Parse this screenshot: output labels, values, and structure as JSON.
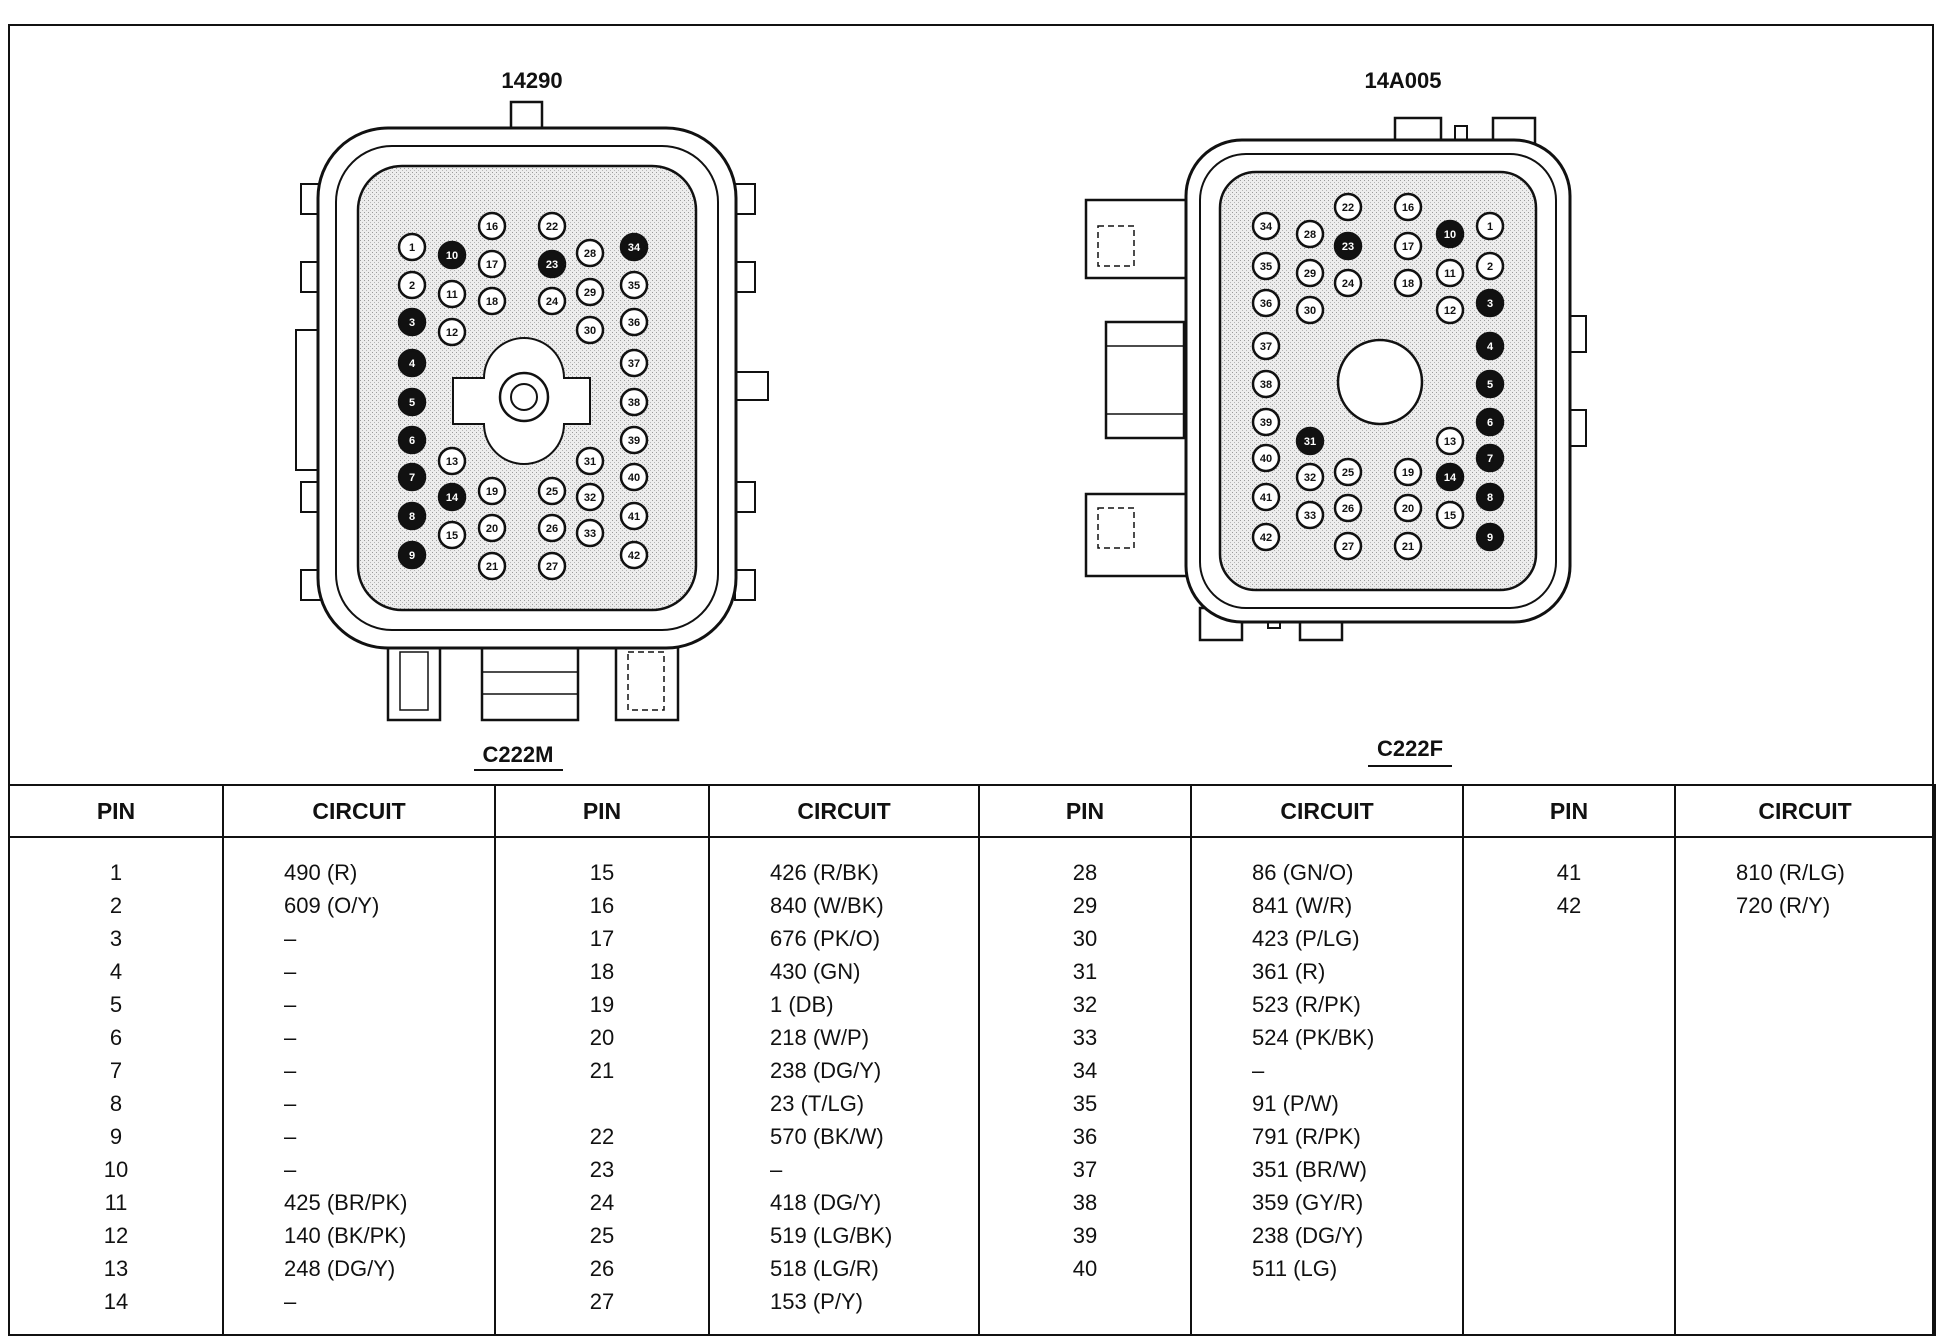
{
  "connectors": [
    {
      "id": "14290",
      "name": "C222M",
      "black_pins": [
        3,
        4,
        5,
        6,
        7,
        8,
        9,
        10,
        14,
        23,
        34
      ],
      "pins": [
        1,
        2,
        3,
        4,
        5,
        6,
        7,
        8,
        9,
        10,
        11,
        12,
        13,
        14,
        15,
        16,
        17,
        18,
        19,
        20,
        21,
        22,
        23,
        24,
        25,
        26,
        27,
        28,
        29,
        30,
        31,
        32,
        33,
        34,
        35,
        36,
        37,
        38,
        39,
        40,
        41,
        42
      ]
    },
    {
      "id": "14A005",
      "name": "C222F",
      "black_pins": [
        3,
        4,
        5,
        6,
        7,
        8,
        9,
        10,
        14,
        23,
        31
      ],
      "pins": [
        1,
        2,
        3,
        4,
        5,
        6,
        7,
        8,
        9,
        10,
        11,
        12,
        13,
        14,
        15,
        16,
        17,
        18,
        19,
        20,
        21,
        22,
        23,
        24,
        25,
        26,
        27,
        28,
        29,
        30,
        31,
        32,
        33,
        34,
        35,
        36,
        37,
        38,
        39,
        40,
        41,
        42
      ]
    }
  ],
  "table": {
    "headers": [
      "PIN",
      "CIRCUIT",
      "PIN",
      "CIRCUIT",
      "PIN",
      "CIRCUIT",
      "PIN",
      "CIRCUIT"
    ],
    "groups": [
      {
        "pins": [
          "1",
          "2",
          "3",
          "4",
          "5",
          "6",
          "7",
          "8",
          "9",
          "10",
          "11",
          "12",
          "13",
          "14"
        ],
        "circuits": [
          "490 (R)",
          "609 (O/Y)",
          "–",
          "–",
          "–",
          "–",
          "–",
          "–",
          "–",
          "–",
          "425 (BR/PK)",
          "140 (BK/PK)",
          "248 (DG/Y)",
          "–"
        ]
      },
      {
        "pins": [
          "15",
          "16",
          "17",
          "18",
          "19",
          "20",
          "21",
          "",
          "22",
          "23",
          "24",
          "25",
          "26",
          "27"
        ],
        "circuits": [
          "426 (R/BK)",
          "840 (W/BK)",
          "676 (PK/O)",
          "430 (GN)",
          "1 (DB)",
          "218 (W/P)",
          "238 (DG/Y)",
          "23 (T/LG)",
          "570 (BK/W)",
          "–",
          "418 (DG/Y)",
          "519 (LG/BK)",
          "518 (LG/R)",
          "153 (P/Y)"
        ]
      },
      {
        "pins": [
          "28",
          "29",
          "30",
          "31",
          "32",
          "33",
          "34",
          "35",
          "36",
          "37",
          "38",
          "39",
          "40"
        ],
        "circuits": [
          "86 (GN/O)",
          "841 (W/R)",
          "423 (P/LG)",
          "361 (R)",
          "523 (R/PK)",
          "524 (PK/BK)",
          "–",
          "91 (P/W)",
          "791 (R/PK)",
          "351 (BR/W)",
          "359 (GY/R)",
          "238 (DG/Y)",
          "511 (LG)"
        ]
      },
      {
        "pins": [
          "41",
          "42"
        ],
        "circuits": [
          "810 (R/LG)",
          "720 (R/Y)"
        ]
      }
    ]
  }
}
